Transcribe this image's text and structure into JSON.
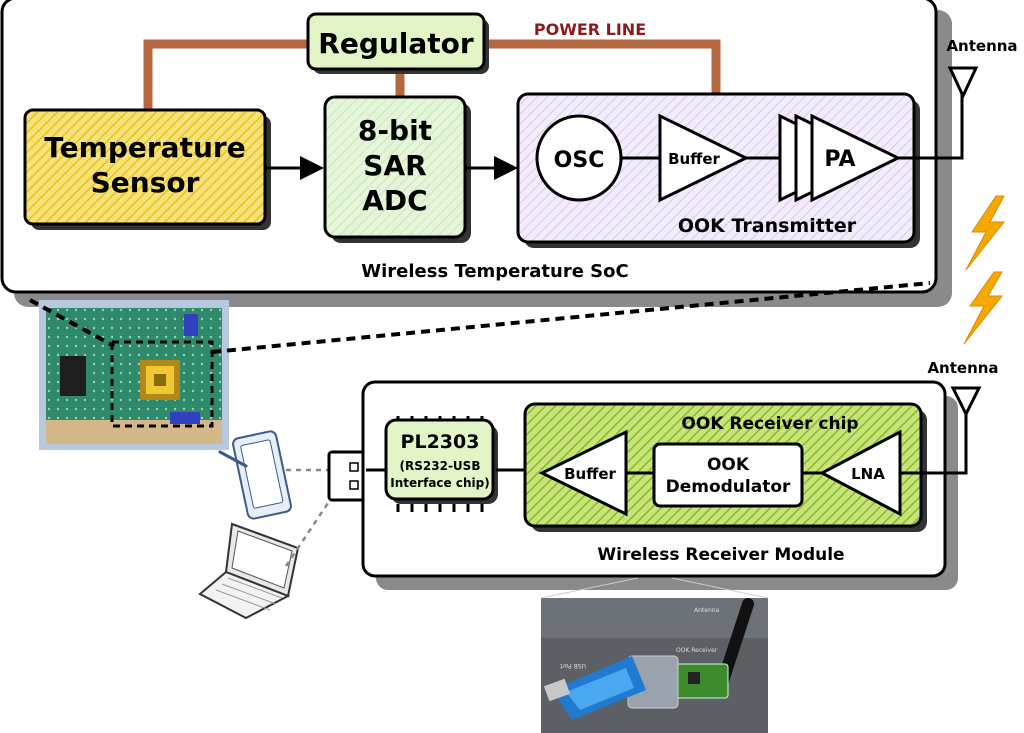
{
  "soc": {
    "title": "Wireless Temperature SoC",
    "power_line_label": "POWER LINE",
    "regulator": "Regulator",
    "temp_sensor": [
      "Temperature",
      "Sensor"
    ],
    "adc": [
      "8-bit",
      "SAR",
      "ADC"
    ],
    "transmitter": {
      "osc": "OSC",
      "buffer": "Buffer",
      "pa": "PA",
      "label": "OOK Transmitter"
    },
    "antenna": "Antenna"
  },
  "receiver": {
    "title": "Wireless Receiver Module",
    "antenna": "Antenna",
    "pl2303": {
      "name": "PL2303",
      "line1": "(RS232-USB",
      "line2": "Interface chip)"
    },
    "chip": {
      "label": "OOK Receiver chip",
      "buffer": "Buffer",
      "demod": [
        "OOK",
        "Demodulator"
      ],
      "lna": "LNA"
    }
  },
  "photo_labels": {
    "antenna": "Antenna",
    "ook_receiver": "OOK Receiver",
    "usb_port": "USB Port"
  },
  "colors": {
    "power_line": "#b5683f",
    "sensor_fill": "#f3d850",
    "adc_fill": "#d8f0c8",
    "tx_fill": "#e8dcf5",
    "rx_chip_fill": "#9ccc3c",
    "lightning": "#f5a800"
  }
}
